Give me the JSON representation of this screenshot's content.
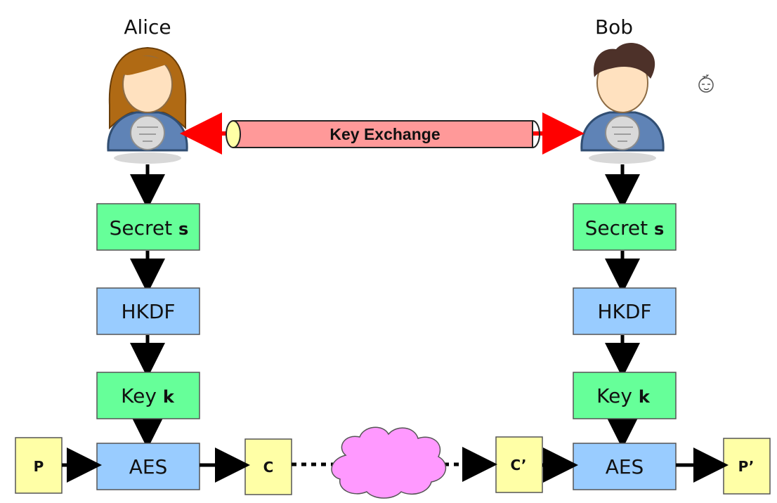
{
  "parties": {
    "alice": "Alice",
    "bob": "Bob"
  },
  "key_exchange": "Key Exchange",
  "alice_flow": {
    "secret_text": "Secret ",
    "secret_var": "s",
    "hkdf": "HKDF",
    "key_text": "Key ",
    "key_var": "k",
    "aes": "AES",
    "plaintext": "P",
    "ciphertext": "C"
  },
  "bob_flow": {
    "secret_text": "Secret ",
    "secret_var": "s",
    "hkdf": "HKDF",
    "key_text": "Key ",
    "key_var": "k",
    "aes": "AES",
    "ciphertext": "C’",
    "plaintext": "P’"
  },
  "colors": {
    "secret_fill": "#66ff99",
    "key_fill": "#66ff99",
    "hkdf_fill": "#99ccff",
    "aes_fill": "#99ccff",
    "text_box_fill": "#ffffa6",
    "pipe_fill": "#ff9999",
    "exchange_arrow": "#ff0000",
    "cloud_fill": "#ff99ff"
  },
  "icons": {
    "alice_avatar": "woman-avatar-icon",
    "bob_avatar": "man-avatar-icon",
    "sleep_icon": "sleeping-face-icon"
  }
}
